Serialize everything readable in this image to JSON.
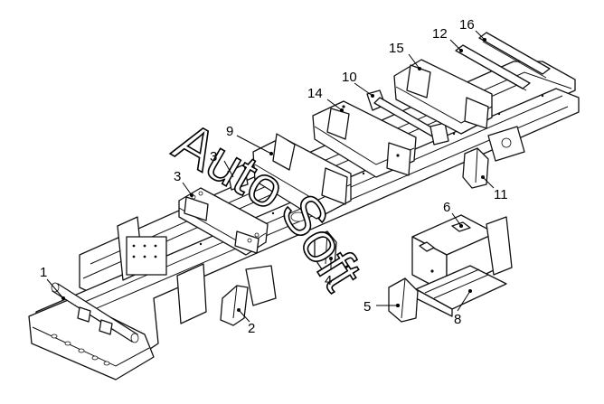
{
  "callouts": [
    {
      "id": "1",
      "label": "1"
    },
    {
      "id": "2",
      "label": "2"
    },
    {
      "id": "3",
      "label": "3"
    },
    {
      "id": "3b",
      "label": "3"
    },
    {
      "id": "4",
      "label": "4"
    },
    {
      "id": "5",
      "label": "5"
    },
    {
      "id": "6",
      "label": "6"
    },
    {
      "id": "8",
      "label": "8"
    },
    {
      "id": "9",
      "label": "9"
    },
    {
      "id": "10",
      "label": "10"
    },
    {
      "id": "11",
      "label": "11"
    },
    {
      "id": "12",
      "label": "12"
    },
    {
      "id": "14",
      "label": "14"
    },
    {
      "id": "15",
      "label": "15"
    },
    {
      "id": "16",
      "label": "16"
    }
  ],
  "watermark": {
    "word1": "Auto",
    "word2": "Soft",
    "color": "#000000"
  },
  "colors": {
    "line": "#111111",
    "background": "#ffffff"
  }
}
